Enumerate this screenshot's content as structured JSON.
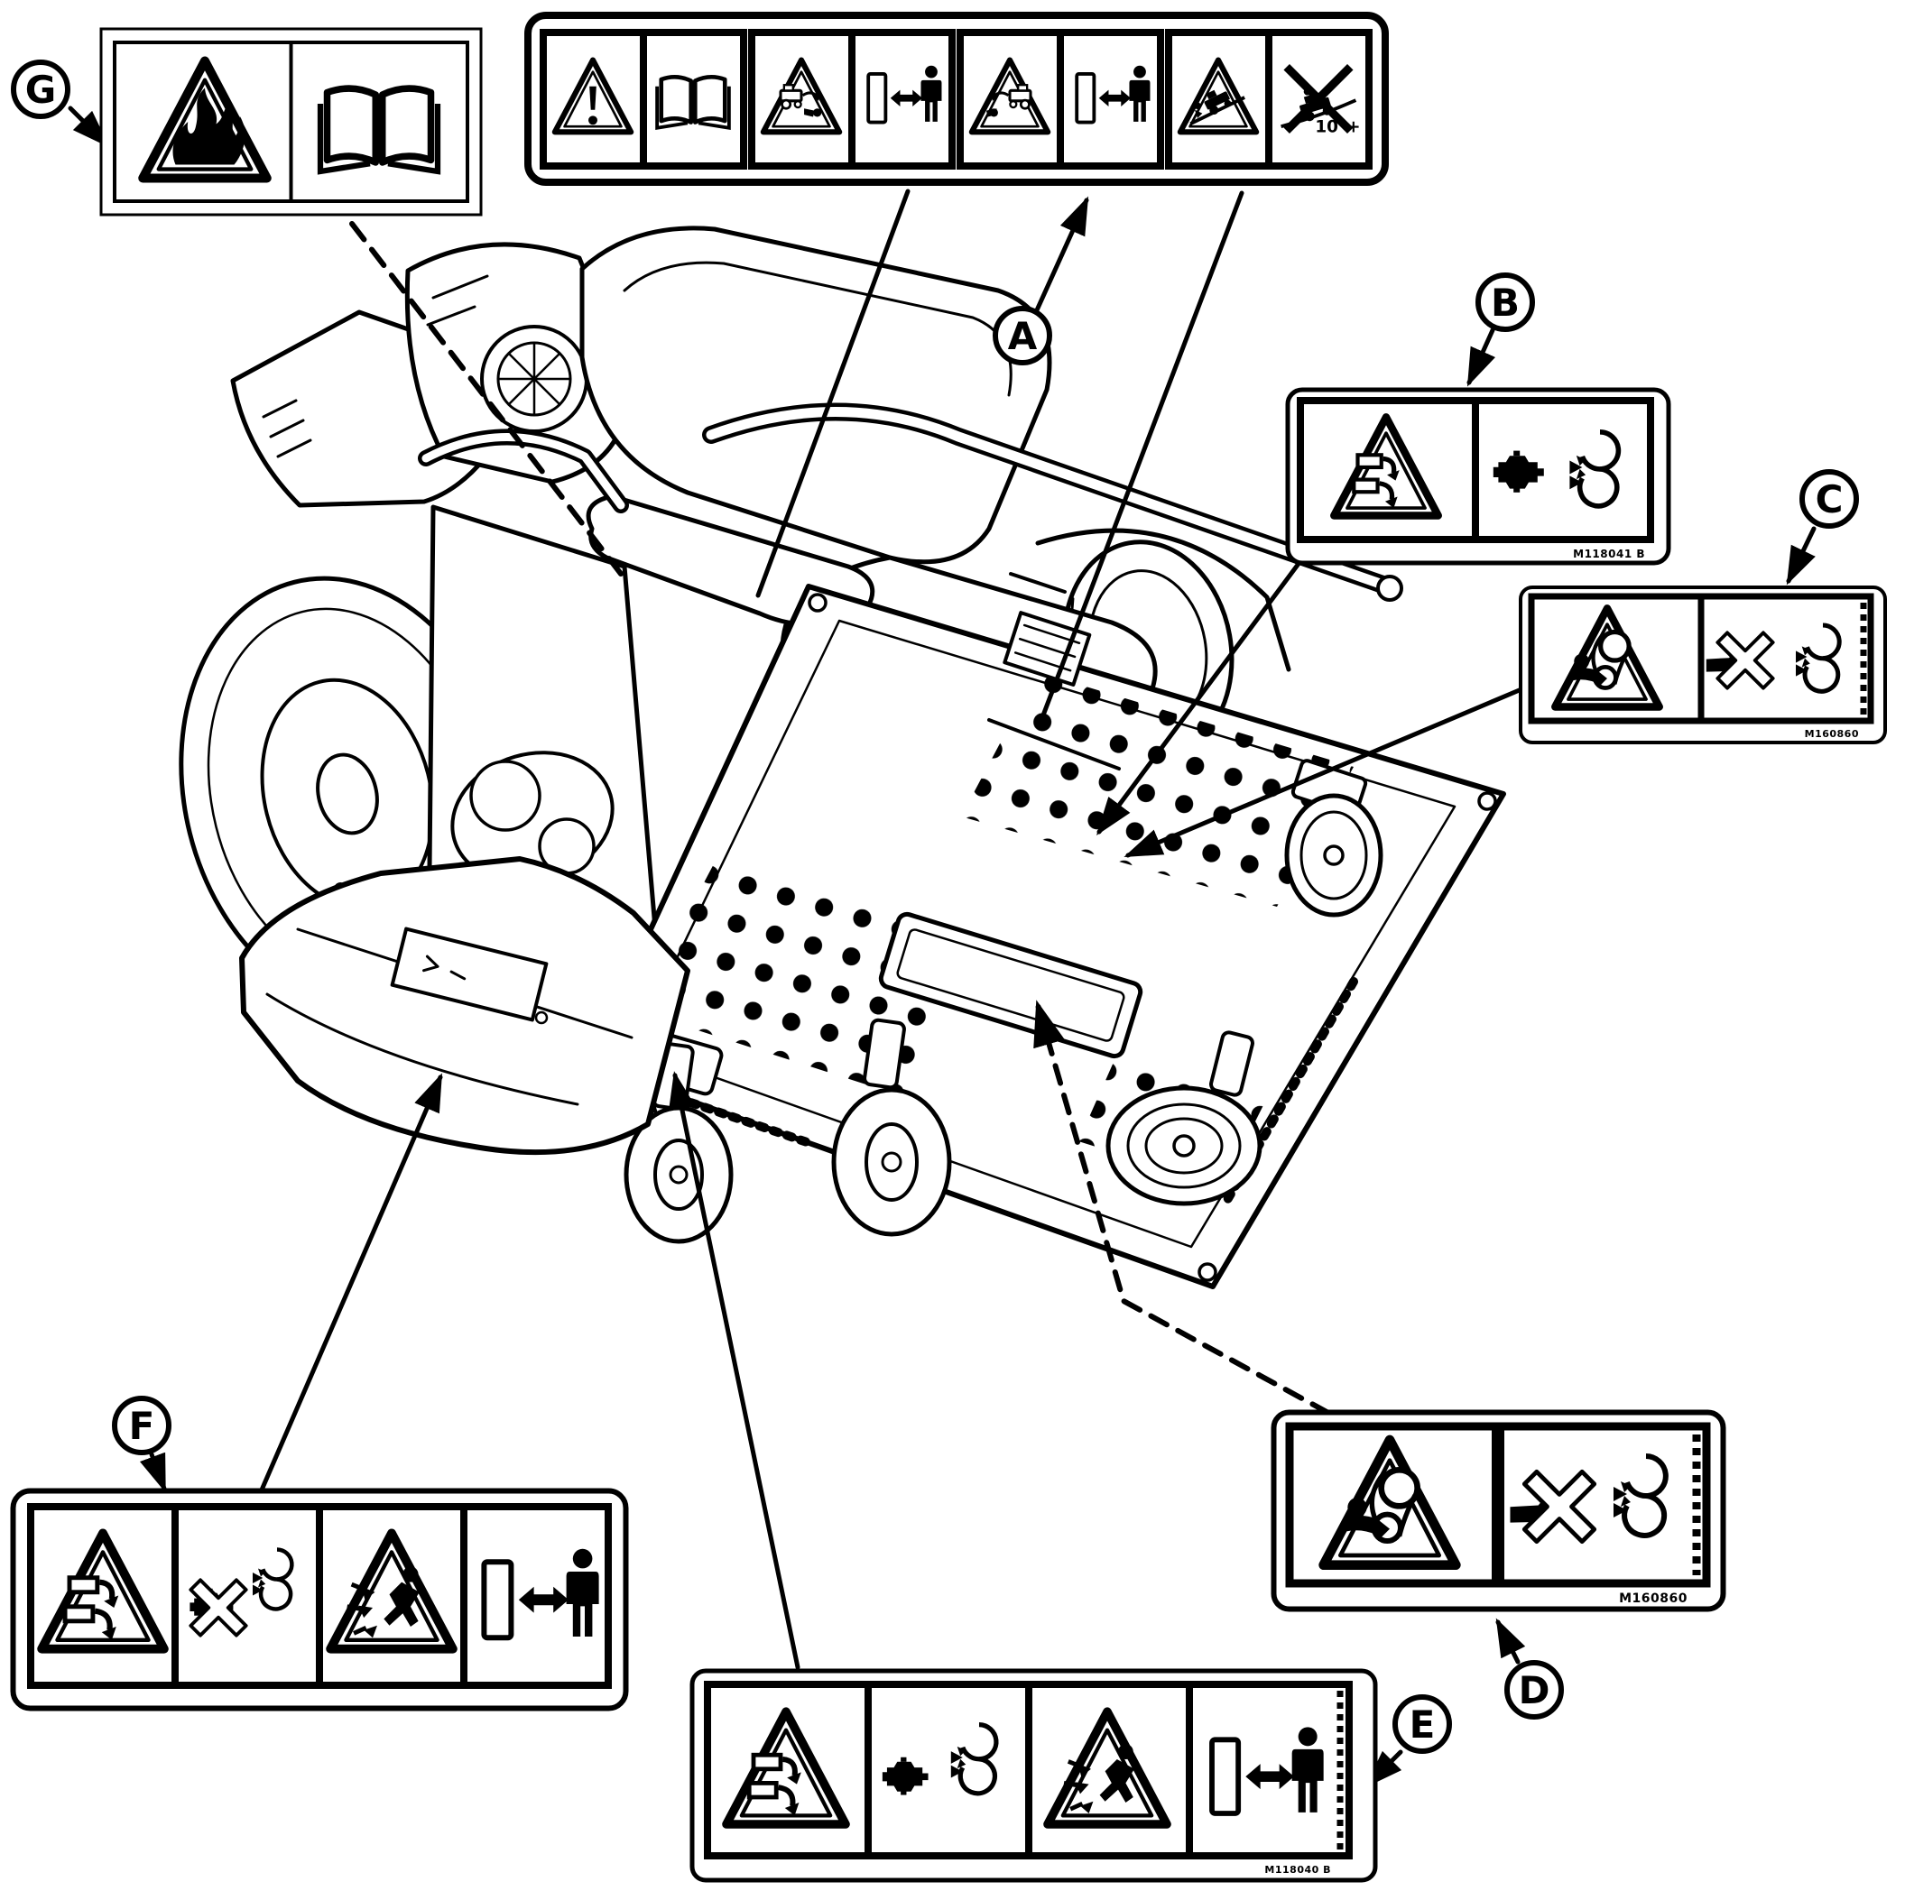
{
  "callouts": {
    "a": {
      "letter": "A"
    },
    "b": {
      "letter": "B"
    },
    "c": {
      "letter": "C"
    },
    "d": {
      "letter": "D"
    },
    "e": {
      "letter": "E"
    },
    "f": {
      "letter": "F"
    },
    "g": {
      "letter": "G"
    }
  },
  "decals": {
    "a": {
      "slope_text": "10°+",
      "panels": [
        "alert-icon",
        "read-manual-icon",
        "backover-hazard-icon",
        "keep-distance-icon",
        "runover-hazard-icon",
        "keep-distance-icon",
        "tipover-hazard-icon",
        "no-operation-on-slope-over-10-icon"
      ]
    },
    "b": {
      "part_number": "M118041 B",
      "panels": [
        "thrown-objects-hazard-icon",
        "rotating-blades-icon"
      ]
    },
    "c": {
      "part_number": "M160860",
      "panels": [
        "belt-entanglement-hazard-icon",
        "no-reach-rotating-blades-icon"
      ]
    },
    "d": {
      "part_number": "M160860",
      "panels": [
        "belt-entanglement-hazard-icon",
        "no-reach-rotating-blades-icon"
      ]
    },
    "e": {
      "part_number": "M118040 B",
      "panels": [
        "thrown-objects-hazard-icon",
        "rotating-blades-icon",
        "struck-by-objects-hazard-icon",
        "keep-distance-icon"
      ]
    },
    "f": {
      "panels": [
        "thrown-objects-hazard-icon",
        "no-rotating-blades-icon",
        "struck-by-objects-hazard-icon",
        "keep-distance-icon"
      ]
    },
    "g": {
      "panels": [
        "fire-hazard-icon",
        "read-manual-icon"
      ]
    }
  }
}
